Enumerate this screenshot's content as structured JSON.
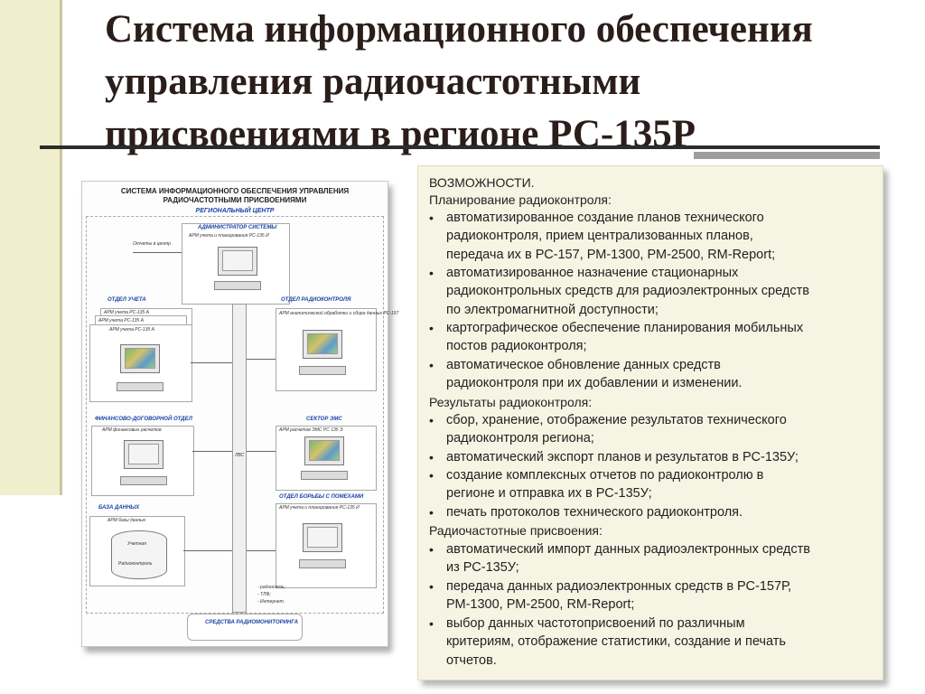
{
  "slide": {
    "title": "Система информационного обеспечения управления радиочастотными присвоениями в регионе РС-135Р"
  },
  "diagram": {
    "title_line1": "СИСТЕМА ИНФОРМАЦИОННОГО ОБЕСПЕЧЕНИЯ УПРАВЛЕНИЯ",
    "title_line2": "РАДИОЧАСТОТНЫМИ ПРИСВОЕНИЯМИ",
    "region_center": "РЕГИОНАЛЬНЫЙ ЦЕНТР",
    "admin": "АДМИНИСТРАТОР СИСТЕМЫ",
    "admin_arm": "АРМ учета и планирования РС-135 И",
    "reports": "Отчеты в центр",
    "accounting_dept": "ОТДЕЛ УЧЕТА",
    "arm_a1": "АРМ учета РС-135 А",
    "arm_a2": "АРМ учета РС-135 А",
    "arm_a3": "АРМ учета РС-135 А",
    "radio_dept": "ОТДЕЛ РАДИОКОНТРОЛЯ",
    "radio_arm": "АРМ аналитической обработки и сбора данных РС-157",
    "finance_dept": "ФИНАНСОВО-ДОГОВОРНОЙ ОТДЕЛ",
    "finance_arm": "АРМ финансовых расчетов",
    "ems_sector": "СЕКТОР ЭМС",
    "ems_arm": "АРМ расчетов ЭМС РС 135 Э",
    "database": "БАЗА ДАННЫХ",
    "db_arm": "АРМ базы данных",
    "db_accounting": "Учетная",
    "db_radiocontrol": "Радиоконтроль",
    "interference_dept": "ОТДЕЛ БОРЬБЫ С ПОМЕХАМИ",
    "interference_arm": "АРМ учета и планирования РС-135 И",
    "bus_label": "ЛВС",
    "channel1": "- радиосвязь;",
    "channel2": "- ТЛФ;",
    "channel3": "- Интернет.",
    "monitoring": "СРЕДСТВА РАДИОМОНИТОРИНГА"
  },
  "panel": {
    "heading": "ВОЗМОЖНОСТИ.",
    "sections": [
      {
        "title": "Планирование радиоконтроля:",
        "items": [
          "автоматизированное создание планов технического\nрадиоконтроля, прием централизованных планов,\nпередача их в РС-157, РМ-1300, РМ-2500, RM-Report;",
          "автоматизированное назначение стационарных\nрадиоконтрольных средств для радиоэлектронных средств\nпо электромагнитной доступности;",
          "картографическое обеспечение планирования мобильных\nпостов радиоконтроля;",
          "автоматическое обновление данных средств\nрадиоконтроля при их добавлении и изменении."
        ]
      },
      {
        "title": "Результаты радиоконтроля:",
        "items": [
          "сбор, хранение, отображение результатов технического\nрадиоконтроля региона;",
          "автоматический экспорт планов и результатов в РС-135У;",
          "создание комплексных отчетов по радиоконтролю в\nрегионе и отправка их в РС-135У;",
          "печать протоколов технического радиоконтроля."
        ]
      },
      {
        "title": "Радиочастотные присвоения:",
        "items": [
          "автоматический импорт данных радиоэлектронных средств\nиз РС-135У;",
          "передача данных радиоэлектронных средств в РС-157Р,\nРМ-1300, РМ-2500, RM-Report;",
          "выбор данных частотоприсвоений по различным\nкритериям, отображение статистики, создание и печать\nотчетов."
        ]
      }
    ],
    "bullet": "•"
  }
}
